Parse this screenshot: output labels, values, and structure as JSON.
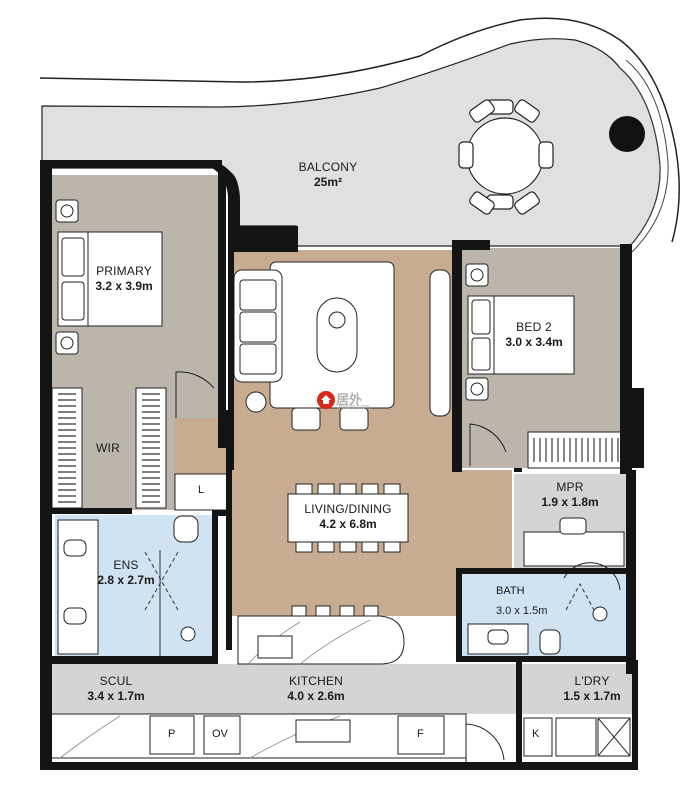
{
  "rooms": {
    "balcony": {
      "name": "BALCONY",
      "dims": "25m²"
    },
    "primary": {
      "name": "PRIMARY",
      "dims": "3.2 x 3.9m"
    },
    "bed2": {
      "name": "BED 2",
      "dims": "3.0 x 3.4m"
    },
    "wir": {
      "name": "WIR"
    },
    "living": {
      "name": "LIVING/DINING",
      "dims": "4.2 x 6.8m"
    },
    "mpr": {
      "name": "MPR",
      "dims": "1.9 x 1.8m"
    },
    "ens": {
      "name": "ENS",
      "dims": "2.8 x 2.7m"
    },
    "bath": {
      "name": "BATH",
      "dims": "3.0 x 1.5m"
    },
    "scul": {
      "name": "SCUL",
      "dims": "3.4 x 1.7m"
    },
    "kitchen": {
      "name": "KITCHEN",
      "dims": "4.0 x 2.6m"
    },
    "ldry": {
      "name": "L'DRY",
      "dims": "1.5 x 1.7m"
    }
  },
  "fixtures": {
    "linen": "L",
    "pantry": "P",
    "oven": "OV",
    "fridge": "F",
    "k": "K"
  },
  "watermark": {
    "cn": "居外",
    "en": "Juwai.com"
  },
  "colors": {
    "balcony": "#dfe1e1",
    "bedroom": "#bcb5ac",
    "living": "#c8ac92",
    "wet": "#cfe3f2",
    "service": "#d3d4d4",
    "wall": "#141414"
  }
}
